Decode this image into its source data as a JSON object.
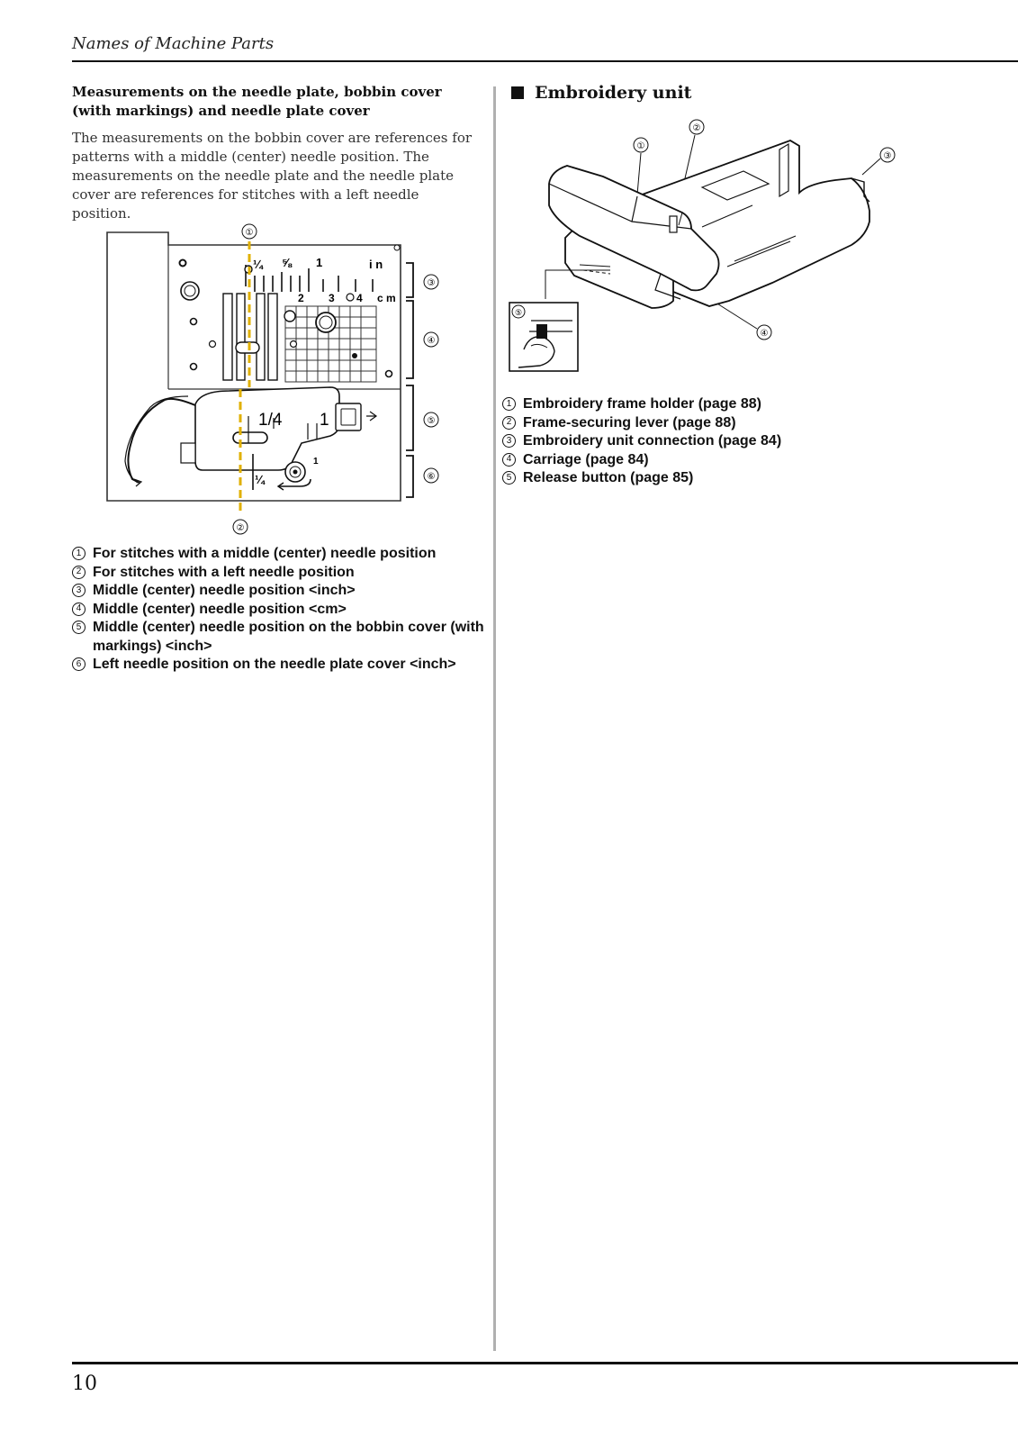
{
  "header": {
    "title": "Names of Machine Parts"
  },
  "left": {
    "subheading": "Measurements on the needle plate, bobbin cover (with markings) and needle plate cover",
    "paragraph": "The measurements on the bobbin cover are references for patterns with a middle (center) needle position. The measurements on the needle plate and the needle plate cover are references for stitches with a left needle position.",
    "figure": {
      "callouts": [
        "①",
        "②",
        "③",
        "④",
        "⑤",
        "⑥"
      ],
      "plate_marks": [
        "¼",
        "⅝",
        "1",
        "i n",
        "2",
        "3",
        "4",
        "c m",
        "1/4",
        "1",
        "¼",
        "1"
      ]
    },
    "legend": [
      {
        "num": "1",
        "text": "For stitches with a middle (center) needle position"
      },
      {
        "num": "2",
        "text": "For stitches with a left needle position"
      },
      {
        "num": "3",
        "text": "Middle (center) needle position <inch>"
      },
      {
        "num": "4",
        "text": "Middle (center) needle position <cm>"
      },
      {
        "num": "5",
        "text": "Middle (center) needle position on the bobbin cover (with markings) <inch>"
      },
      {
        "num": "6",
        "text": "Left needle position on the needle plate cover <inch>"
      }
    ]
  },
  "right": {
    "heading": "Embroidery unit",
    "figure": {
      "callouts": [
        "①",
        "②",
        "③",
        "④",
        "⑤"
      ]
    },
    "legend": [
      {
        "num": "1",
        "text": "Embroidery frame holder (page 88)"
      },
      {
        "num": "2",
        "text": "Frame-securing lever (page 88)"
      },
      {
        "num": "3",
        "text": "Embroidery unit connection (page 84)"
      },
      {
        "num": "4",
        "text": "Carriage (page 84)"
      },
      {
        "num": "5",
        "text": "Release button (page 85)"
      }
    ]
  },
  "footer": {
    "page_number": "10"
  },
  "colors": {
    "guide_line": "#e0b000",
    "divider": "#b0b0b0",
    "ink": "#111111"
  }
}
